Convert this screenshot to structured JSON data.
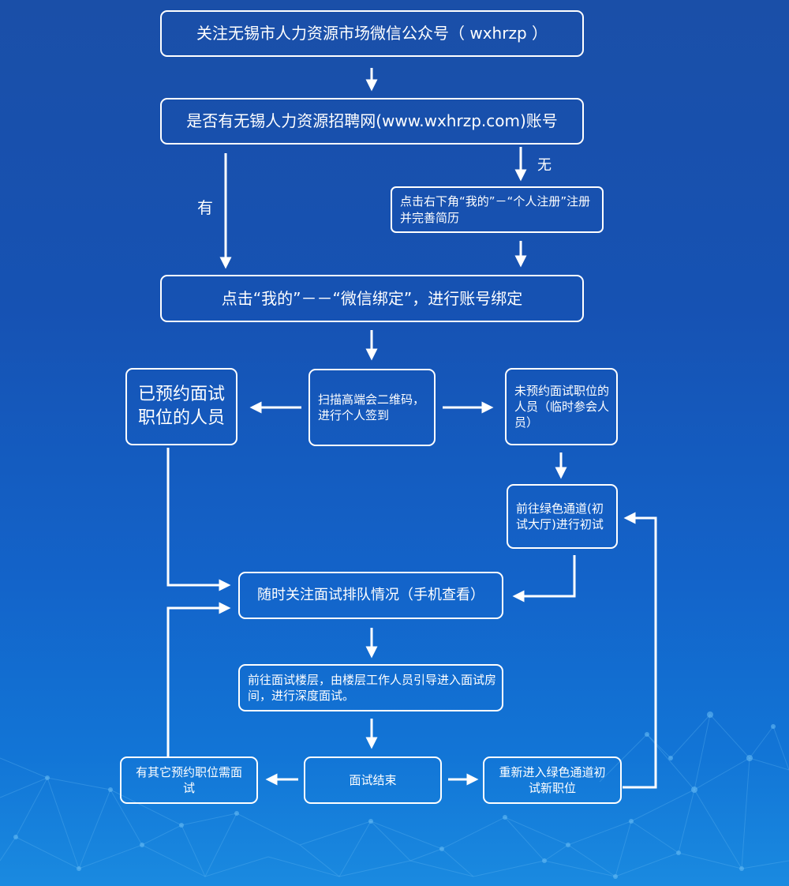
{
  "steps": {
    "follow_wechat": "关注无锡市人力资源市场微信公众号（ wxhrzp ）",
    "has_account": "是否有无锡人力资源招聘网(www.wxhrzp.com)账号",
    "register": "点击右下角“我的”－“个人注册”注册并完善简历",
    "bind_account": "点击“我的”－－“微信绑定”，进行账号绑定",
    "booked": "已预约面试职位的人员",
    "scan_qr": "扫描高端会二维码，进行个人签到",
    "unbooked": "未预约面试职位的人员（临时参会人员）",
    "green_channel": "前往绿色通道(初试大厅)进行初试",
    "watch_queue": "随时关注面试排队情况（手机查看）",
    "go_floor": "前往面试楼层，由楼层工作人员引导进入面试房间，进行深度面试。",
    "other_position": "有其它预约职位需面试",
    "interview_end": "面试结束",
    "re_enter": "重新进入绿色通道初试新职位"
  },
  "labels": {
    "yes": "有",
    "no": "无"
  },
  "colors": {
    "background_top": "#1a4fa8",
    "background_bottom": "#1a8ae0",
    "line": "#ffffff"
  }
}
